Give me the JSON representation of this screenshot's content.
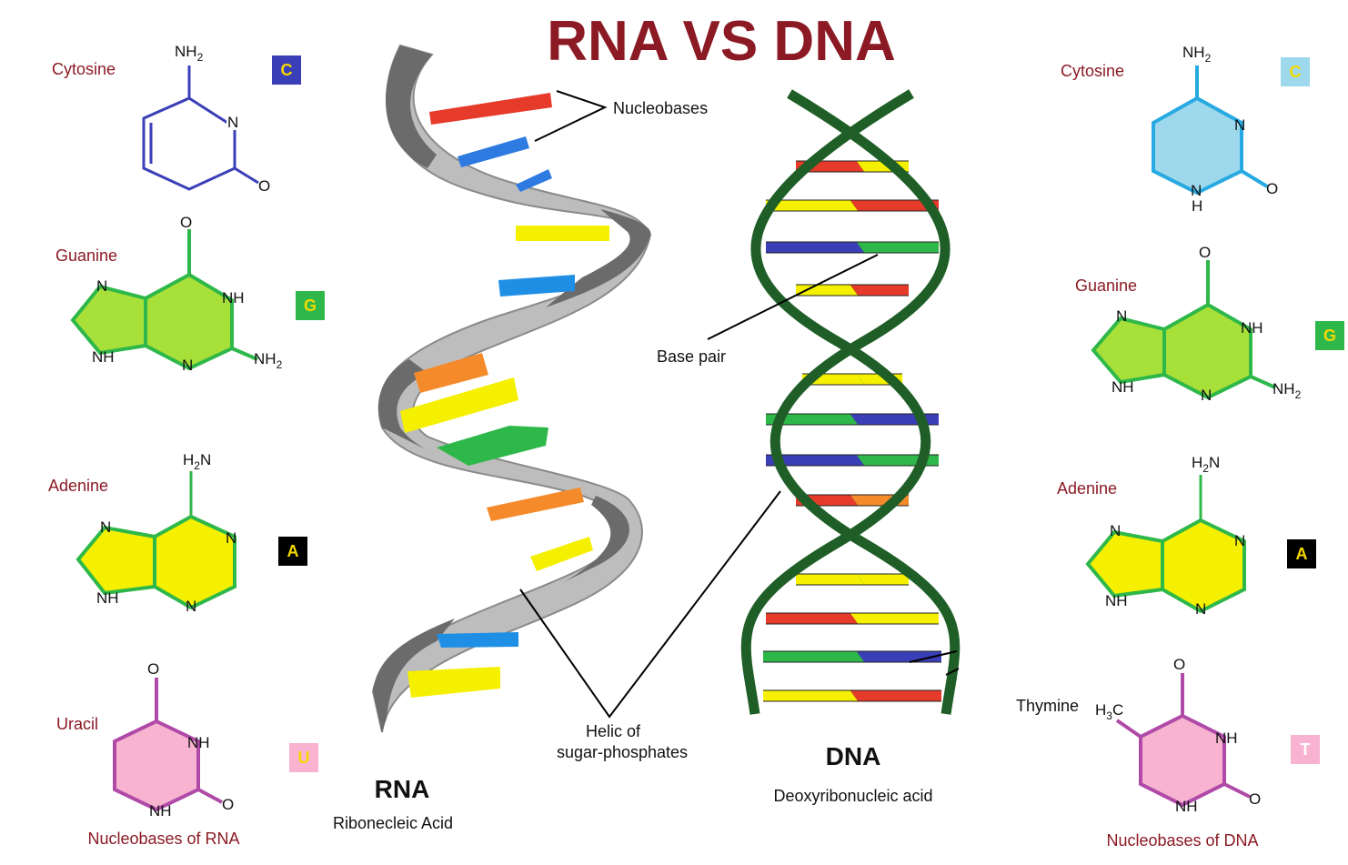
{
  "title": "RNA VS DNA",
  "colors": {
    "title": "#8b1a24",
    "cytosine_rna": "#3a3fb8",
    "cytosine_dna": "#27a9e1",
    "cytosine_dna_fill": "#9ed8ec",
    "purine_fill_green": "#a8e03a",
    "purine_fill_yellow": "#f5f000",
    "ring_green": "#2fb84a",
    "uracil_thymine": "#b04aa8",
    "pink_fill": "#f7b3cf",
    "dna_backbone": "#1f5f27",
    "rna_ribbon_light": "#bdbdbd",
    "rna_ribbon_dark": "#6b6b6b"
  },
  "left": {
    "caption": "Nucleobases of RNA",
    "bases": [
      {
        "name": "Cytosine",
        "code": "C",
        "badge_color": "#3a3fb8",
        "code_color": "#f5d800"
      },
      {
        "name": "Guanine",
        "code": "G",
        "badge_color": "#2fb84a",
        "code_color": "#f5d800"
      },
      {
        "name": "Adenine",
        "code": "A",
        "badge_color": "#000000",
        "code_color": "#f5d800"
      },
      {
        "name": "Uracil",
        "code": "U",
        "badge_color": "#f7b3cf",
        "code_color": "#f5d800"
      }
    ]
  },
  "right": {
    "caption": "Nucleobases of DNA",
    "bases": [
      {
        "name": "Cytosine",
        "code": "C",
        "badge_color": "#9ed8ec",
        "code_color": "#f5d800"
      },
      {
        "name": "Guanine",
        "code": "G",
        "badge_color": "#2fb84a",
        "code_color": "#f5d800"
      },
      {
        "name": "Adenine",
        "code": "A",
        "badge_color": "#000000",
        "code_color": "#f5d800"
      },
      {
        "name": "Thymine",
        "code": "T",
        "badge_color": "#f7b3cf",
        "code_color": "#ffffff"
      }
    ]
  },
  "atoms": {
    "nh2": "NH",
    "h2n": "H",
    "h3c": "H",
    "n": "N",
    "nh": "NH",
    "o": "O",
    "h": "H",
    "sub2": "2",
    "sub3": "3",
    "c": "C"
  },
  "annotations": {
    "nucleobases": "Nucleobases",
    "base_pair": "Base pair",
    "helic_line1": "Helic of",
    "helic_line2": "sugar-phosphates"
  },
  "rna": {
    "label": "RNA",
    "full_name": "Ribonecleic Acid",
    "rungs": [
      {
        "color": "#e63a2a",
        "color2": "#f58a2a"
      },
      {
        "color": "#2d7be0"
      },
      {
        "color": "#2d7be0"
      },
      {
        "color": "#f5f000"
      },
      {
        "color": "#1f8fe6"
      },
      {
        "color": "#f58a2a"
      },
      {
        "color": "#f5f000"
      },
      {
        "color": "#2fb84a"
      },
      {
        "color": "#f58a2a"
      },
      {
        "color": "#f5f000"
      },
      {
        "color": "#1f8fe6"
      },
      {
        "color": "#f5f000"
      }
    ]
  },
  "dna": {
    "label": "DNA",
    "full_name": "Deoxyribonucleic acid",
    "pairs": [
      {
        "left": "#e63a2a",
        "right": "#f5f000"
      },
      {
        "left": "#f5f000",
        "right": "#e63a2a"
      },
      {
        "left": "#3a3fb8",
        "right": "#2fb84a"
      },
      {
        "left": "#f5f000",
        "right": "#e63a2a"
      },
      {
        "left": "#f5f000",
        "right": "#f5f000"
      },
      {
        "left": "#2fb84a",
        "right": "#3a3fb8"
      },
      {
        "left": "#3a3fb8",
        "right": "#2fb84a"
      },
      {
        "left": "#e63a2a",
        "right": "#f58a2a"
      },
      {
        "left": "#f5f000",
        "right": "#f5f000"
      },
      {
        "left": "#e63a2a",
        "right": "#f5f000"
      },
      {
        "left": "#2fb84a",
        "right": "#3a3fb8"
      },
      {
        "left": "#f5f000",
        "right": "#e63a2a"
      }
    ]
  }
}
